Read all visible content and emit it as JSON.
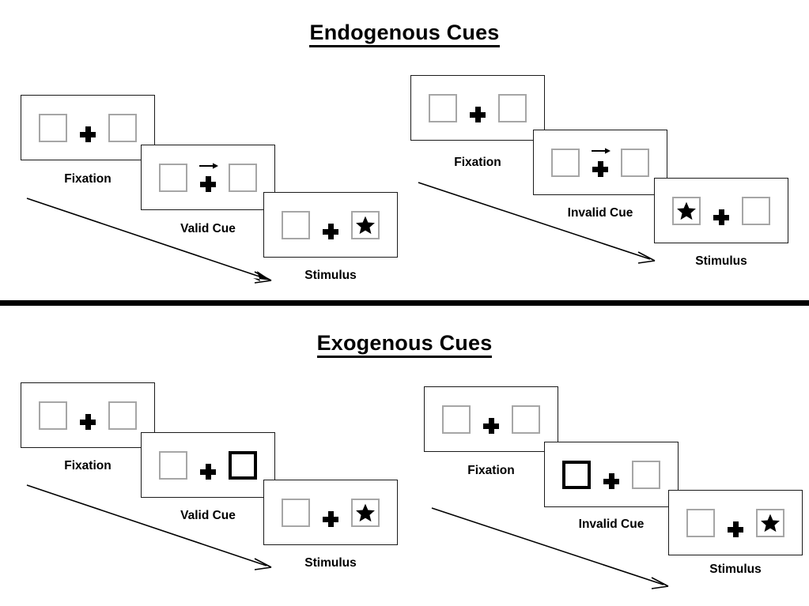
{
  "figure": {
    "title_endogenous": "Endogenous Cues",
    "title_exogenous": "Exogenous Cues",
    "colors": {
      "ink": "#000000",
      "box_outline": "#a6a6a6",
      "cued_box_outline": "#000000",
      "panel_frame": "#1a1a1a",
      "background": "#ffffff"
    }
  },
  "sections": [
    {
      "name": "endogenous",
      "title": "Endogenous Cues",
      "cue_type": "arrow",
      "sequences": [
        {
          "name": "valid",
          "frames": [
            {
              "label": "Fixation",
              "cue": "none",
              "target": "none"
            },
            {
              "label": "Valid Cue",
              "cue": "arrow-right",
              "target": "none"
            },
            {
              "label": "Stimulus",
              "cue": "none",
              "target": "right"
            }
          ]
        },
        {
          "name": "invalid",
          "frames": [
            {
              "label": "Fixation",
              "cue": "none",
              "target": "none"
            },
            {
              "label": "Invalid Cue",
              "cue": "arrow-right",
              "target": "none"
            },
            {
              "label": "Stimulus",
              "cue": "none",
              "target": "left"
            }
          ]
        }
      ]
    },
    {
      "name": "exogenous",
      "title": "Exogenous Cues",
      "cue_type": "box-flash",
      "sequences": [
        {
          "name": "valid",
          "frames": [
            {
              "label": "Fixation",
              "cue": "none",
              "target": "none"
            },
            {
              "label": "Valid Cue",
              "cue": "box-right",
              "target": "none"
            },
            {
              "label": "Stimulus",
              "cue": "none",
              "target": "right"
            }
          ]
        },
        {
          "name": "invalid",
          "frames": [
            {
              "label": "Fixation",
              "cue": "none",
              "target": "none"
            },
            {
              "label": "Invalid Cue",
              "cue": "box-left",
              "target": "none"
            },
            {
              "label": "Stimulus",
              "cue": "none",
              "target": "right"
            }
          ]
        }
      ]
    }
  ]
}
